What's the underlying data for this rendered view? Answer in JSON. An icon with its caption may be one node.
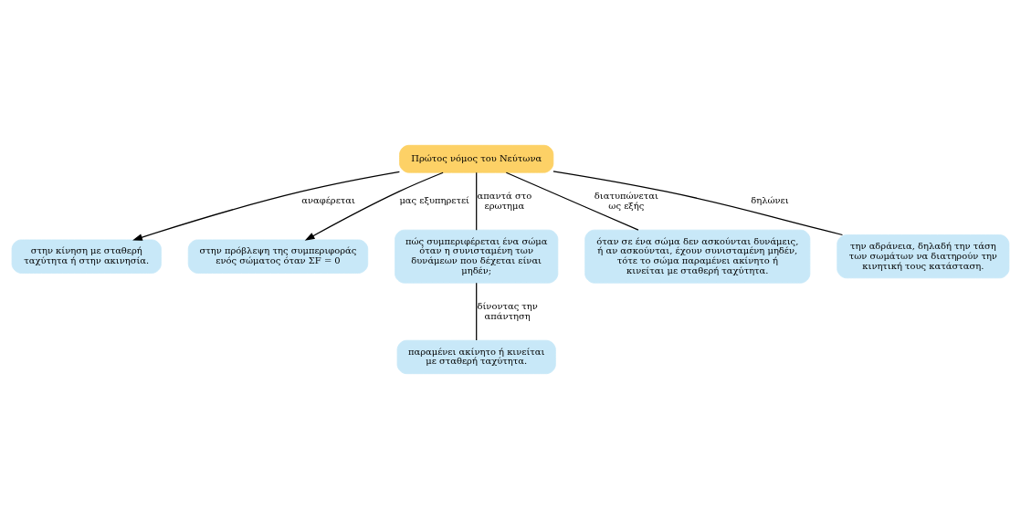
{
  "diagram": {
    "nodes": [
      {
        "text": [
          "Πρώτος νόμος του Νεύτωνα"
        ]
      },
      {
        "text": [
          "στην κίνηση με σταθερή ταχύτητα ή στην ακινησία."
        ]
      },
      {
        "text": [
          "στην πρόβλεψη της συμπεριφοράς ενός σώματος όταν ΣF = 0"
        ]
      },
      {
        "text": [
          "πώς συμπεριφέρεται ένα σώμα όταν η συνισταμένη των δυνάμεων που δέχεται είναι μηδέν;"
        ]
      },
      {
        "text": [
          "όταν σε ένα σώμα δεν ασκούνται δυνάμεις, ή αν ασκούνται, έχουν συνισταμένη μηδέν, τότε το σώμα παραμένει ακίνητο ή κινείται με σταθερή ταχύτητα."
        ]
      },
      {
        "text": [
          "την αδράνεια, δηλαδή την τάση των σωμάτων να διατηρούν την κινητική τους κατάσταση."
        ]
      },
      {
        "text": [
          "παραμένει ακίνητο ή κινείται με σταθερή ταχύτητα."
        ]
      }
    ],
    "edges": [
      {
        "from": 0,
        "to": 1,
        "arrow": "to",
        "label": "αναφέρεται"
      },
      {
        "from": 0,
        "to": 3,
        "arrow": "none",
        "label": "απαντά στο ερωτημα"
      },
      {
        "from": 0,
        "to": 4,
        "arrow": "none",
        "label": "διατυπώνεται ως εξής"
      },
      {
        "from": 0,
        "to": 5,
        "arrow": "none",
        "label": "δηλώνει"
      },
      {
        "from": 0,
        "to": 2,
        "arrow": "to",
        "label": "μας εξυπηρετεί"
      },
      {
        "from": 3,
        "to": 6,
        "arrow": "none",
        "label": "δίνοντας την απάντηση"
      }
    ]
  }
}
